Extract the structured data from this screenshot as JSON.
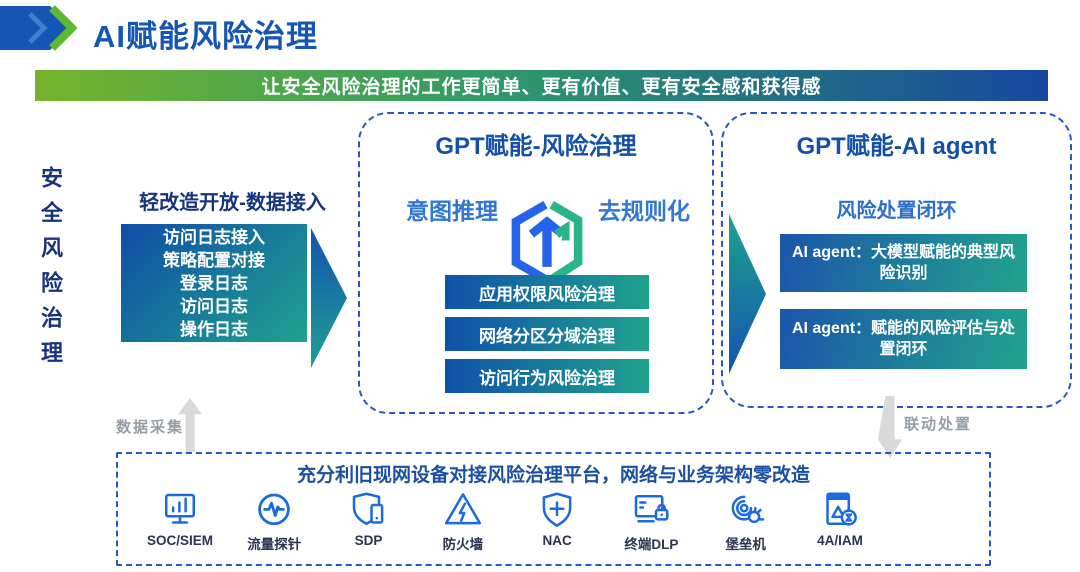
{
  "header": {
    "title": "AI赋能风险治理"
  },
  "banner": {
    "text": "让安全风险治理的工作更简单、更有价值、更有安全感和获得感"
  },
  "sidebar": {
    "vertical_label": "安全风险治理"
  },
  "ingest": {
    "heading": "轻改造开放-数据接入",
    "items": [
      "访问日志接入",
      "策略配置对接",
      "登录日志",
      "访问日志",
      "操作日志"
    ]
  },
  "gpt_governance": {
    "title": "GPT赋能-风险治理",
    "tag_left": "意图推理",
    "tag_right": "去规则化",
    "bars": [
      "应用权限风险治理",
      "网络分区分域治理",
      "访问行为风险治理"
    ]
  },
  "gpt_agent": {
    "title": "GPT赋能-AI agent",
    "subtitle": "风险处置闭环",
    "cards": [
      "AI agent：大模型赋能的典型风险识别",
      "AI agent：赋能的风险评估与处置闭环"
    ]
  },
  "annotations": {
    "data_collect": "数据采集",
    "linked_dispose": "联动处置"
  },
  "bottom": {
    "heading": "充分利旧现网设备对接风险治理平台，网络与业务架构零改造",
    "devices": [
      {
        "icon": "soc-siem-monitor-icon",
        "label": "SOC/SIEM"
      },
      {
        "icon": "traffic-probe-icon",
        "label": "流量探针"
      },
      {
        "icon": "sdp-shield-icon",
        "label": "SDP"
      },
      {
        "icon": "firewall-icon",
        "label": "防火墙"
      },
      {
        "icon": "nac-shield-icon",
        "label": "NAC"
      },
      {
        "icon": "endpoint-dlp-icon",
        "label": "终端DLP"
      },
      {
        "icon": "bastion-host-icon",
        "label": "堡垒机"
      },
      {
        "icon": "iam-4a-icon",
        "label": "4A/IAM"
      }
    ]
  },
  "colors": {
    "title_blue": "#1556b4",
    "navy": "#17337d",
    "royal_blue": "#1450a8",
    "tag_blue": "#3278d2",
    "icon_blue": "#1a6ae0",
    "dash_blue": "#2857c5",
    "gradient_blue": "#0f4da7",
    "gradient_teal": "#1fa28e",
    "banner_green": "#75b42c",
    "banner_blue": "#17479e",
    "logo_green": "#5fb832"
  }
}
